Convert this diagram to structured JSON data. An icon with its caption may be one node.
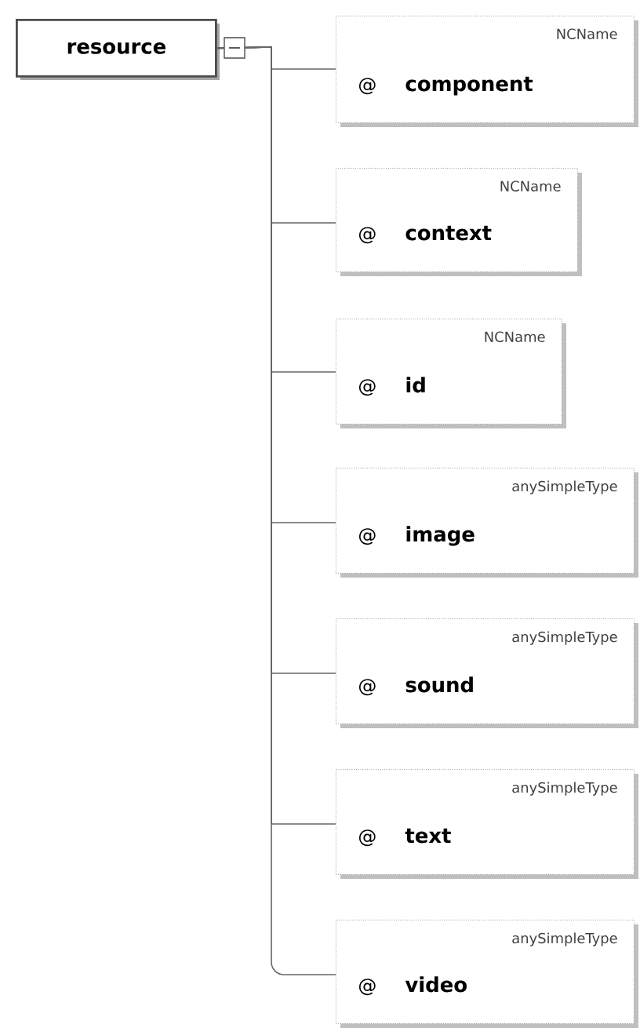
{
  "diagram": {
    "nodes": [
      {
        "text": [
          "resource"
        ]
      },
      {
        "text": [
          "NCName",
          "@",
          "component"
        ]
      },
      {
        "text": [
          "NCName",
          "@",
          "context"
        ]
      },
      {
        "text": [
          "NCName",
          "@",
          "id"
        ]
      },
      {
        "text": [
          "anySimpleType",
          "@",
          "image"
        ]
      },
      {
        "text": [
          "anySimpleType",
          "@",
          "sound"
        ]
      },
      {
        "text": [
          "anySimpleType",
          "@",
          "text"
        ]
      },
      {
        "text": [
          "anySimpleType",
          "@",
          "video"
        ]
      }
    ],
    "edges": [
      {
        "from": 0,
        "to": 1,
        "arrow": "none"
      },
      {
        "from": 0,
        "to": 2,
        "arrow": "none"
      },
      {
        "from": 0,
        "to": 3,
        "arrow": "none"
      },
      {
        "from": 0,
        "to": 4,
        "arrow": "none"
      },
      {
        "from": 0,
        "to": 5,
        "arrow": "none"
      },
      {
        "from": 0,
        "to": 6,
        "arrow": "none"
      },
      {
        "from": 0,
        "to": 7,
        "arrow": "none"
      }
    ]
  }
}
